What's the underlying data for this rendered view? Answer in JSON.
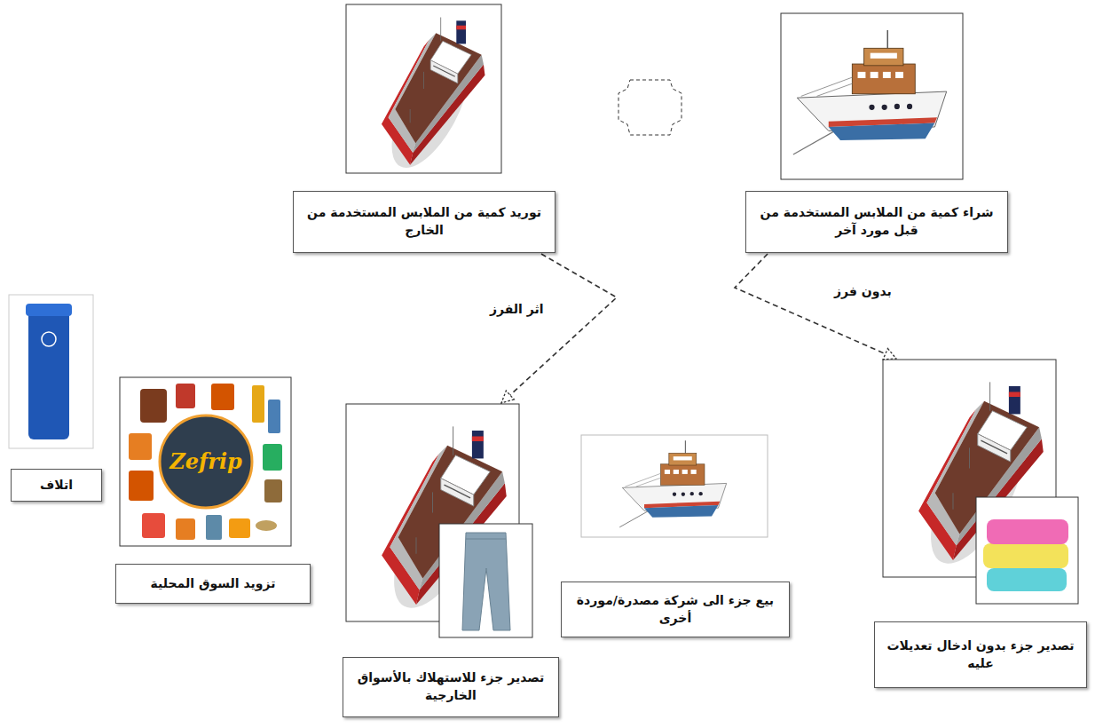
{
  "diagram": {
    "nodes": [
      {
        "text": [
          "شراء كمية من الملابس المستخدمة من قبل مورد آخر"
        ]
      },
      {
        "text": [
          "توريد كمية من الملابس المستخدمة من الخارج"
        ]
      },
      {
        "text": [
          "تصدير جزء بدون ادخال تعديلات عليه"
        ]
      },
      {
        "text": [
          "بيع جزء الى شركة مصدرة/موردة أخرى"
        ]
      },
      {
        "text": [
          "تصدير جزء للاستهلاك بالأسواق الخارجية"
        ]
      },
      {
        "text": [
          "تزويد السوق المحلية"
        ]
      },
      {
        "text": [
          "اتلاف"
        ]
      }
    ],
    "edges": [
      {
        "from": 1,
        "to": 4,
        "label": "اثر الفرز",
        "arrow": "to"
      },
      {
        "from": 0,
        "to": 2,
        "label": "بدون فرز",
        "arrow": "to"
      }
    ],
    "labels": [
      "Zefrip"
    ]
  }
}
